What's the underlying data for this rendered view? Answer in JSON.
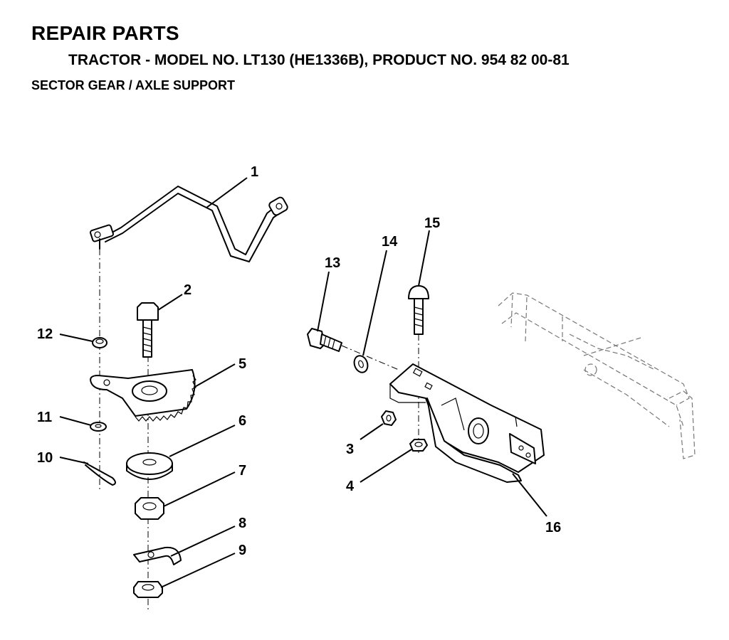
{
  "header": {
    "title": "REPAIR PARTS",
    "subtitle": "TRACTOR - MODEL NO. LT130 (HE1336B), PRODUCT NO. 954 82 00-81",
    "section": "SECTOR GEAR / AXLE SUPPORT"
  },
  "callouts": [
    "1",
    "2",
    "3",
    "4",
    "5",
    "6",
    "7",
    "8",
    "9",
    "10",
    "11",
    "12",
    "13",
    "14",
    "15",
    "16"
  ]
}
